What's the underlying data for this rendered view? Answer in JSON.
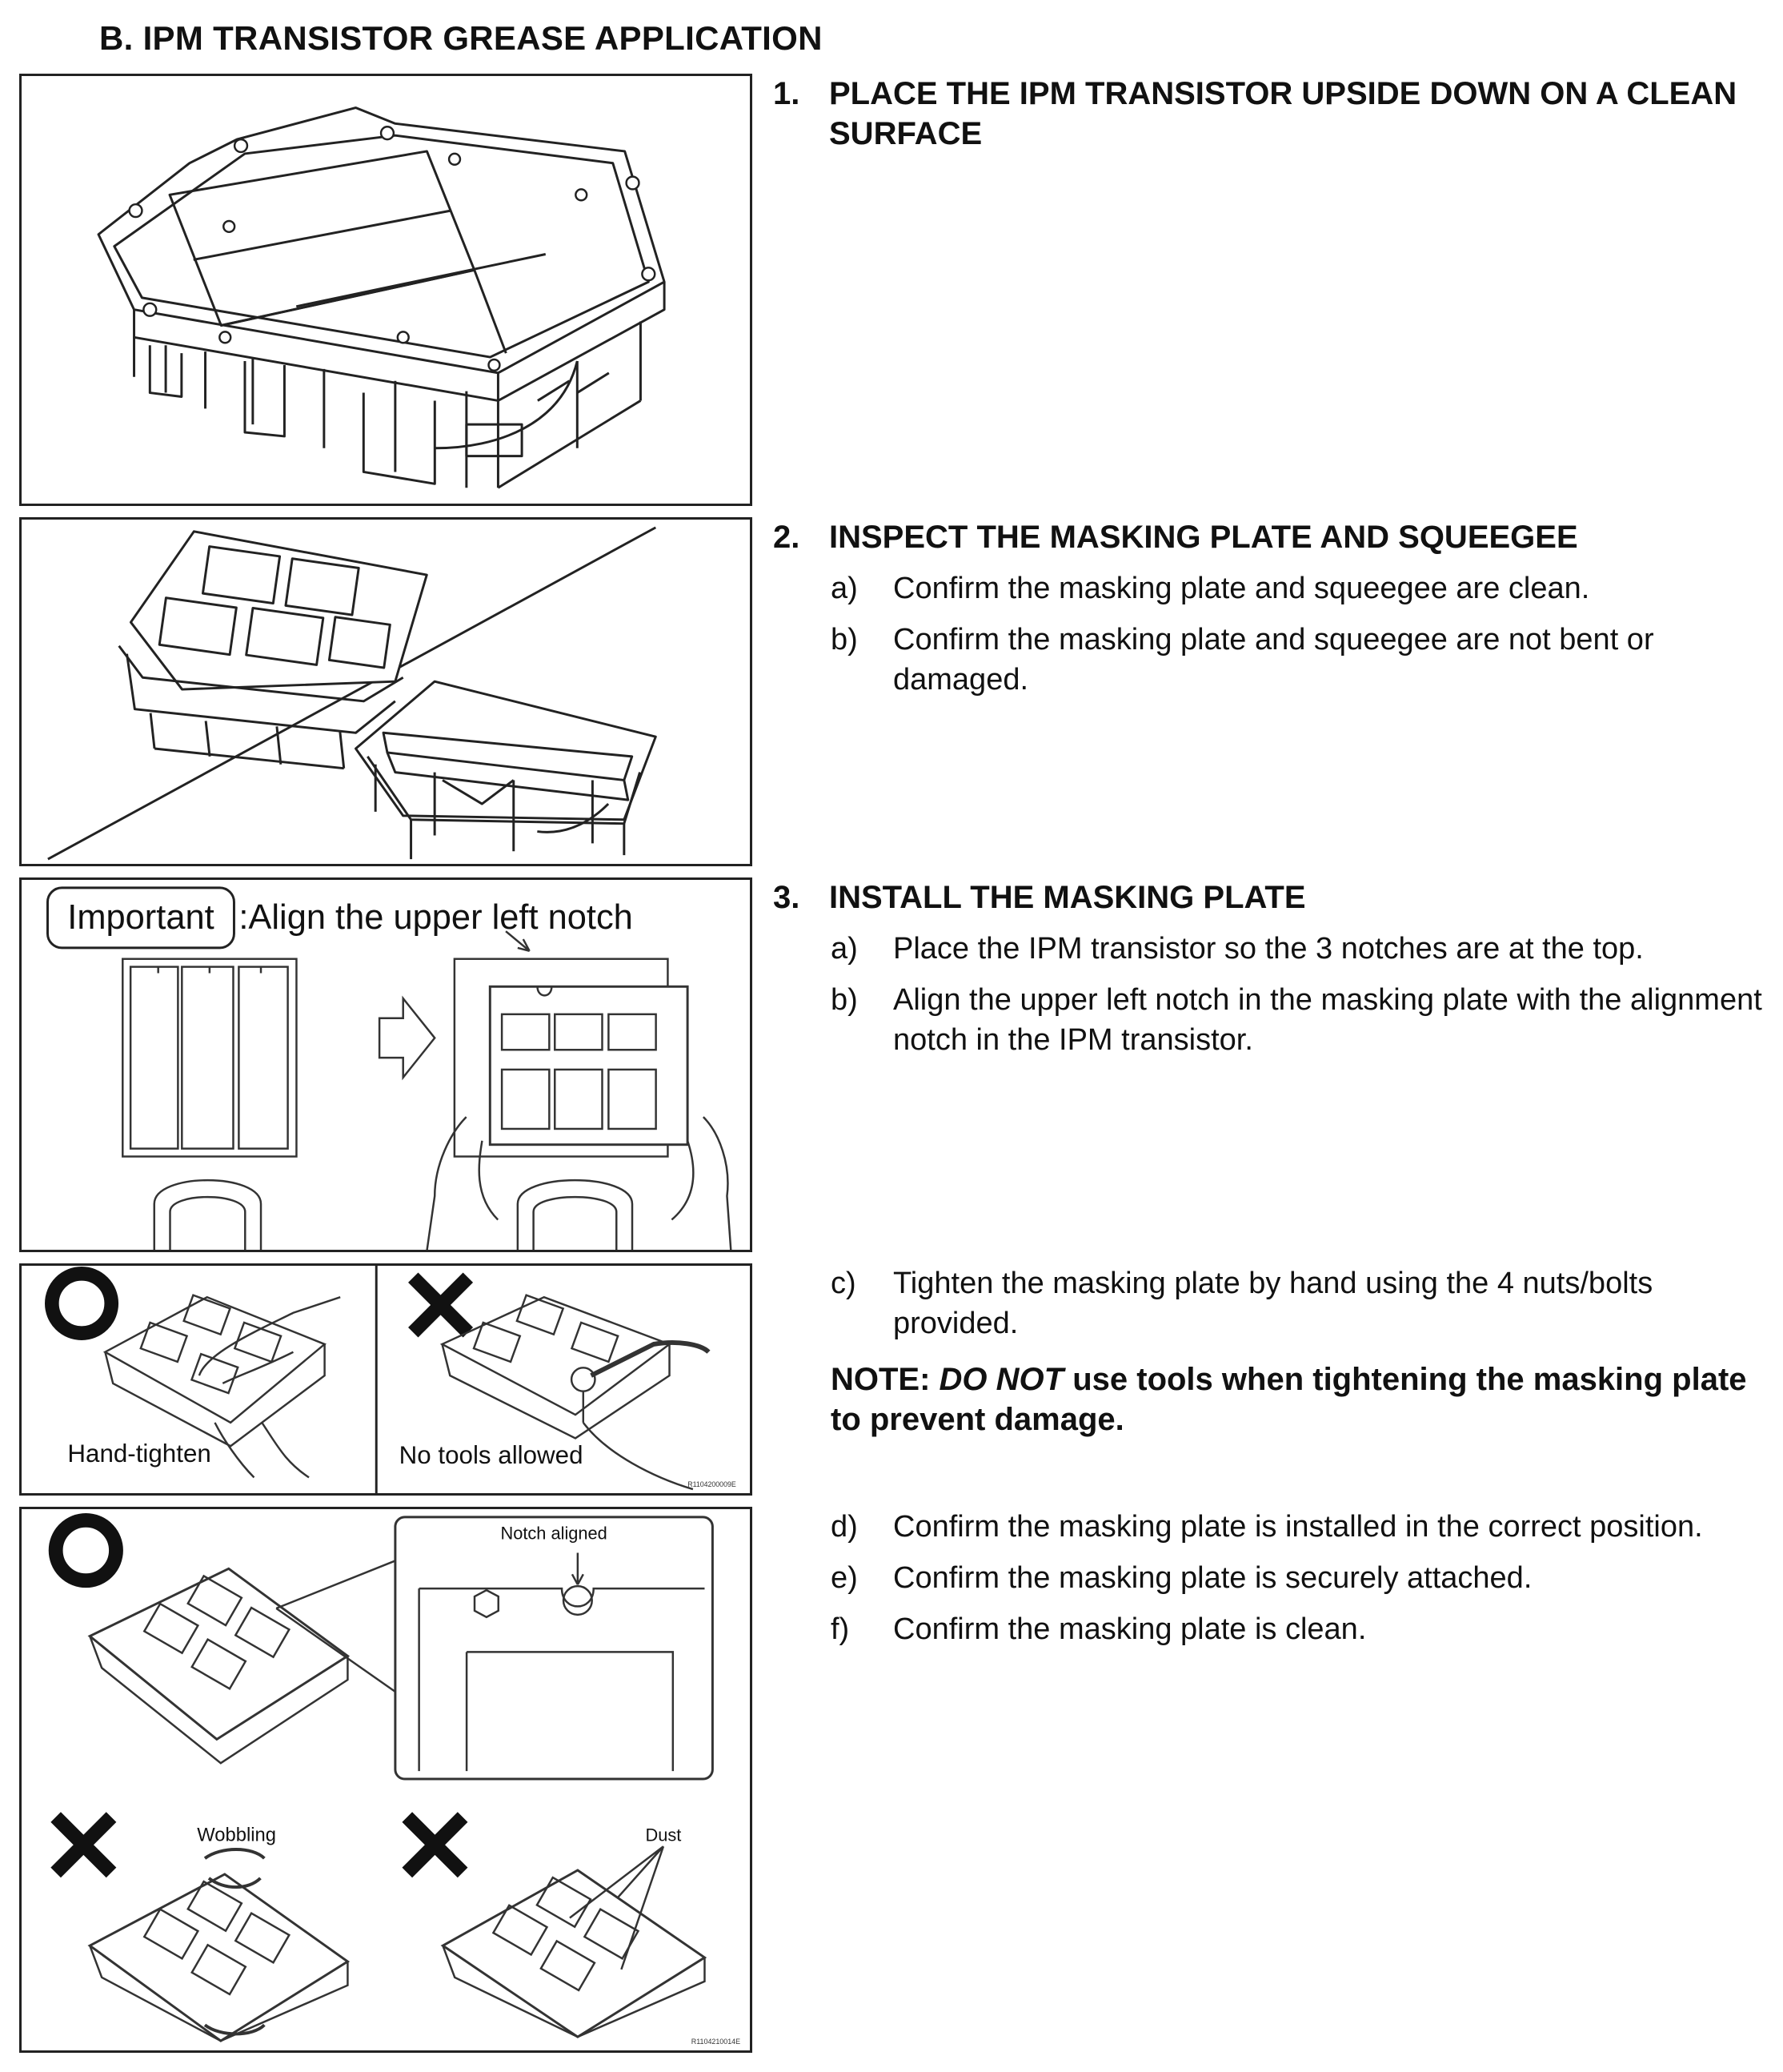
{
  "section": {
    "title": "B.  IPM TRANSISTOR GREASE APPLICATION"
  },
  "steps": [
    {
      "num": "1.",
      "title": "PLACE THE IPM TRANSISTOR UPSIDE DOWN ON A CLEAN SURFACE"
    },
    {
      "num": "2.",
      "title": "INSPECT THE MASKING PLATE AND SQUEEGEE",
      "subs": [
        {
          "letter": "a)",
          "text": "Confirm the masking plate and squeegee are clean."
        },
        {
          "letter": "b)",
          "text": "Confirm the masking plate and squeegee are not bent or damaged."
        }
      ]
    },
    {
      "num": "3.",
      "title": "INSTALL THE MASKING PLATE",
      "subs": [
        {
          "letter": "a)",
          "text": "Place the IPM transistor so the 3 notches are at the top."
        },
        {
          "letter": "b)",
          "text": "Align the upper left notch in the masking plate with the alignment notch in the IPM transistor."
        },
        {
          "letter": "c)",
          "text": "Tighten the masking plate by hand using the 4 nuts/bolts provided."
        },
        {
          "letter": "d)",
          "text": "Confirm the masking plate is installed in the correct position."
        },
        {
          "letter": "e)",
          "text": "Confirm the masking plate is securely attached."
        },
        {
          "letter": "f)",
          "text": "Confirm the masking plate is clean."
        }
      ],
      "note": {
        "prefix": "NOTE: ",
        "emphasis": "DO NOT",
        "rest": " use tools when tightening the masking plate to prevent damage."
      }
    }
  ],
  "figures": {
    "important_badge": "Important",
    "important_text": ":Align the upper left notch",
    "hand_tighten": "Hand-tighten",
    "no_tools": "No tools allowed",
    "notch_aligned": "Notch aligned",
    "wobbling": "Wobbling",
    "dust": "Dust",
    "code_1": "R1104200009E",
    "code_2": "R1104210014E"
  }
}
